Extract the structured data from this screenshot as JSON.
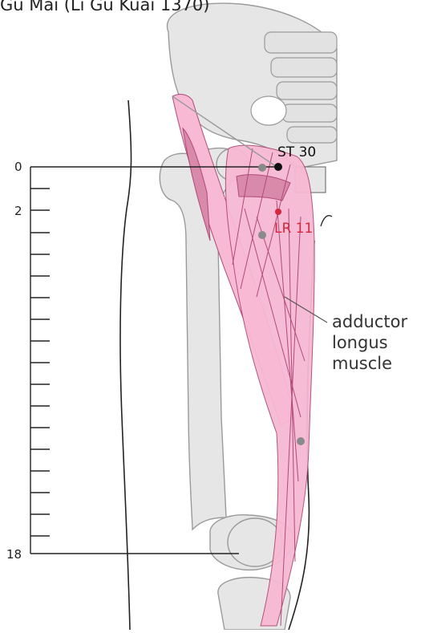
{
  "caption": "Gu Mai (Li Gu Kuai 1370)",
  "scale": {
    "label_0": "0",
    "label_2": "2",
    "label_18": "18"
  },
  "points": {
    "st30": {
      "label": "ST 30",
      "color": "#111111"
    },
    "lr11": {
      "label": "LR 11",
      "color": "#d7263d"
    }
  },
  "muscle_label": {
    "line1": "adductor",
    "line2": "longus",
    "line3": "muscle"
  },
  "colors": {
    "bone_fill": "#e6e6e6",
    "bone_stroke": "#9a9a9a",
    "muscle_fill": "#f7b9d3",
    "muscle_dark": "#d98aab",
    "muscle_line": "#b04a78",
    "grey_dot": "#8a8a8a"
  }
}
